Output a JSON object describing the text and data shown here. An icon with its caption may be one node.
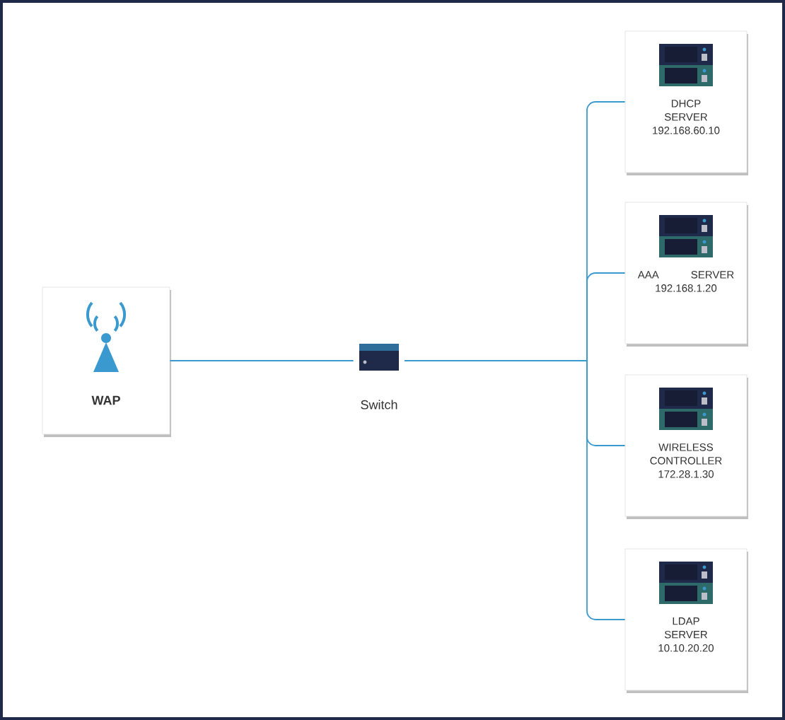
{
  "diagram": {
    "nodes": [
      {
        "text": [
          "WAP"
        ]
      },
      {
        "text": [
          "Switch"
        ]
      },
      {
        "text": [
          "DHCP SERVER 192.168.60.10"
        ]
      },
      {
        "text": [
          "AAA SERVER 192.168.1.20"
        ]
      },
      {
        "text": [
          "WIRELESS CONTROLLER 172.28.1.30"
        ]
      },
      {
        "text": [
          "LDAP SERVER 10.10.20.20"
        ]
      }
    ],
    "edges": [
      {
        "from": 0,
        "to": 1,
        "arrow": "none"
      },
      {
        "from": 1,
        "to": 2,
        "arrow": "none"
      },
      {
        "from": 1,
        "to": 3,
        "arrow": "none"
      },
      {
        "from": 1,
        "to": 4,
        "arrow": "none"
      },
      {
        "from": 1,
        "to": 5,
        "arrow": "none"
      }
    ]
  }
}
